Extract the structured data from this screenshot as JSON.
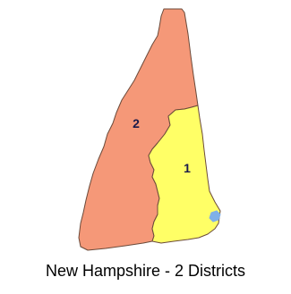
{
  "caption": "New Hampshire - 2 Districts",
  "districts": [
    {
      "label": "2",
      "color": "#F59878"
    },
    {
      "label": "1",
      "color": "#FFFF66"
    }
  ],
  "water_color": "#7FB0E8",
  "border_color": "#6B4A3A"
}
